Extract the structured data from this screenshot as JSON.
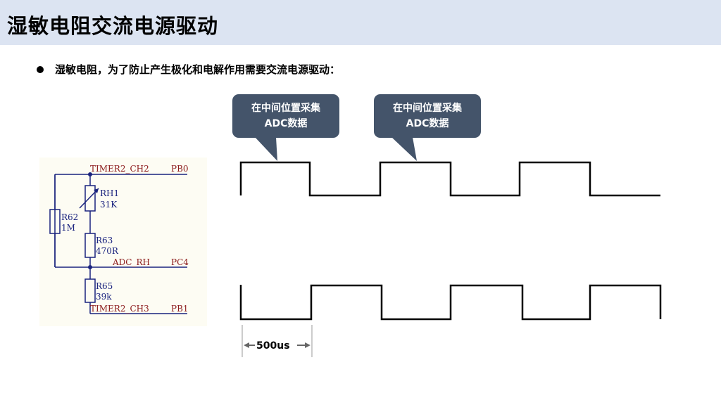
{
  "title": "湿敏电阻交流电源驱动",
  "bullet": "湿敏电阻，为了防止产生极化和电解作用需要交流电源驱动：",
  "callouts": [
    {
      "line1": "在中间位置采集",
      "line2": "ADC数据"
    },
    {
      "line1": "在中间位置采集",
      "line2": "ADC数据"
    }
  ],
  "schematic": {
    "net_top": "TIMER2_CH2",
    "pin_top": "PB0",
    "net_mid": "ADC_RH",
    "pin_mid": "PC4",
    "net_bot": "TIMER2_CH3",
    "pin_bot": "PB1",
    "rh1_ref": "RH1",
    "rh1_val": "31K",
    "r62_ref": "R62",
    "r62_val": "1M",
    "r63_ref": "R63",
    "r63_val": "470R",
    "r65_ref": "R65",
    "r65_val": "39k"
  },
  "timing": {
    "period_label": "500us"
  },
  "colors": {
    "title_bg": "#dce4f2",
    "callout_bg": "#44546a",
    "circuit_bg": "#fdfcf3",
    "wire": "#1a237e",
    "net_text": "#8b1a1a"
  }
}
